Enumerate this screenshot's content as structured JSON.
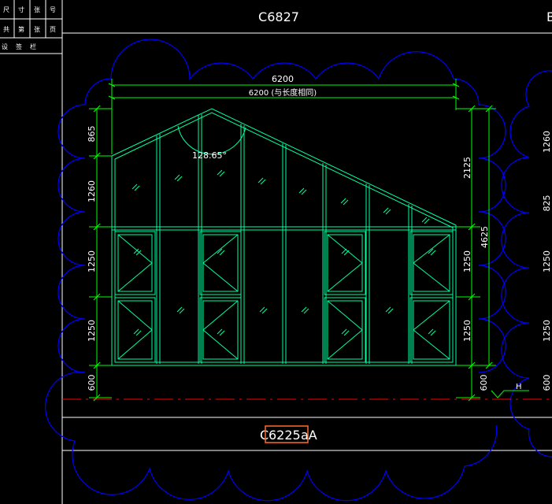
{
  "title_block": {
    "cells": [
      "尺",
      "寸",
      "张",
      "号"
    ],
    "cells_sub": [
      "共",
      "第",
      "张",
      "页"
    ],
    "row2": [
      "设",
      "签",
      "栏"
    ]
  },
  "header": {
    "window_code": "C6827",
    "next_code_fragment": "B"
  },
  "drawing": {
    "top_dim": "6200",
    "top_dim_sub": "6200 (与长度相同)",
    "angle": "128.65°",
    "left_dims": [
      "865",
      "1260",
      "1250",
      "1250",
      "600"
    ],
    "right_dims": [
      "2125",
      "1250",
      "1250",
      "600"
    ],
    "right_total": "4625",
    "right_sheet_dims": [
      "1260",
      "825",
      "1250",
      "1250",
      "600"
    ],
    "level_marker": "H"
  },
  "footer": {
    "code_prefix": "C",
    "code_highlight": "6225",
    "code_suffix": "aA"
  },
  "colors": {
    "background": "#000000",
    "frame": "#ffffff",
    "glass": "#00ff9c",
    "dims": "#00ff00",
    "revision": "#0000ff",
    "axis": "#ff0000",
    "highlight": "#ff6a2a"
  }
}
